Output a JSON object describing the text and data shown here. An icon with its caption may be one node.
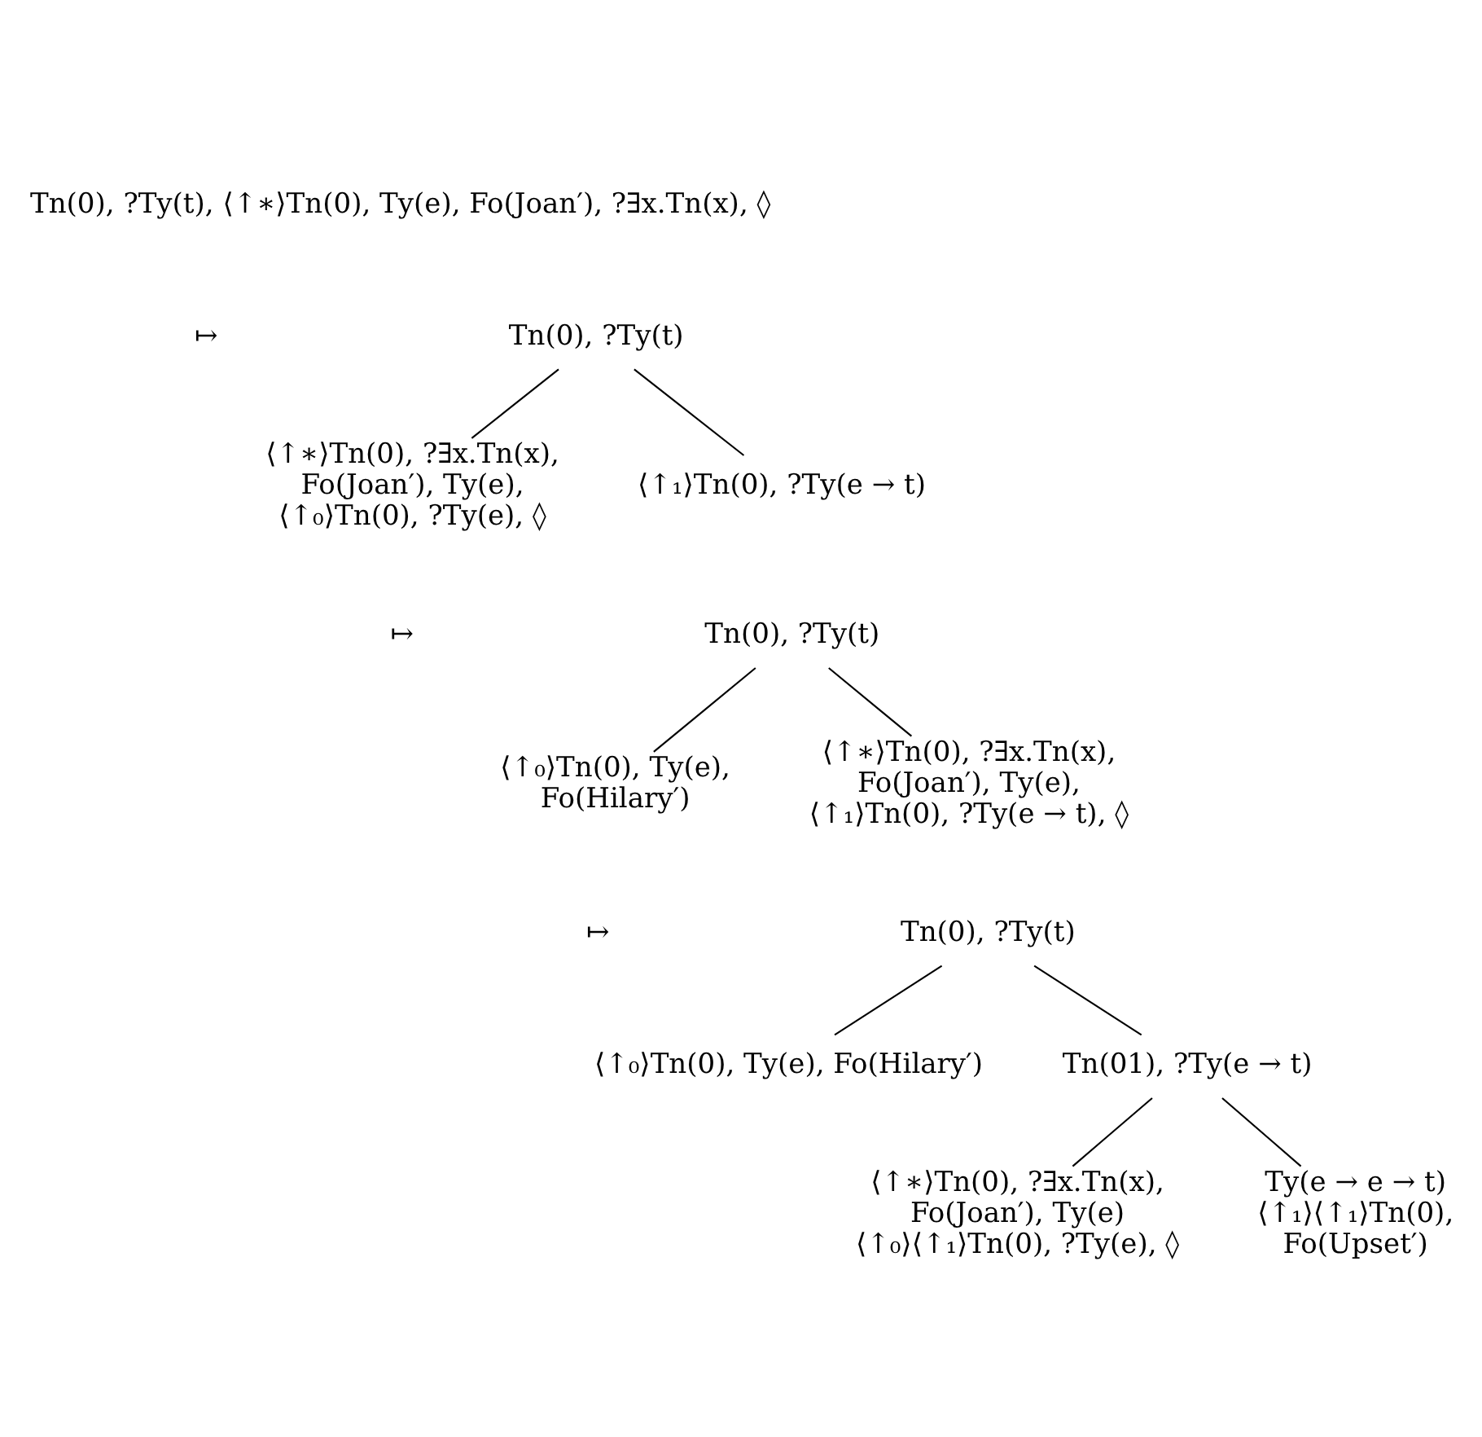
{
  "diagram": {
    "nodes": [
      {
        "text": [
          "Tn(0), ?Ty(t)"
        ]
      },
      {
        "text": [
          "⟨↑∗⟩Tn(0), ?∃x.Tn(x), Fo(Joan′), Ty(e), ⟨↑₀⟩Tn(0), ?Ty(e), ◊"
        ]
      },
      {
        "text": [
          "⟨↑₁⟩Tn(0), ?Ty(e → t)"
        ]
      },
      {
        "text": [
          "Tn(0), ?Ty(t)"
        ]
      },
      {
        "text": [
          "⟨↑₀⟩Tn(0), Ty(e), Fo(Hilary′)"
        ]
      },
      {
        "text": [
          "⟨↑∗⟩Tn(0), ?∃x.Tn(x), Fo(Joan′), Ty(e), ⟨↑₁⟩Tn(0), ?Ty(e → t), ◊"
        ]
      },
      {
        "text": [
          "Tn(0), ?Ty(t)"
        ]
      },
      {
        "text": [
          "⟨↑₀⟩Tn(0), Ty(e), Fo(Hilary′)"
        ]
      },
      {
        "text": [
          "Tn(01), ?Ty(e → t)"
        ]
      },
      {
        "text": [
          "⟨↑∗⟩Tn(0), ?∃x.Tn(x), Fo(Joan′), Ty(e) ⟨↑₀⟩⟨↑₁⟩Tn(0), ?Ty(e), ◊"
        ]
      },
      {
        "text": [
          "Ty(e → e → t) ⟨↑₁⟩⟨↑₁⟩Tn(0), Fo(Upset′)"
        ]
      }
    ],
    "edges": [
      {
        "from": 0,
        "to": 1,
        "arrow": "none"
      },
      {
        "from": 0,
        "to": 2,
        "arrow": "none"
      },
      {
        "from": 3,
        "to": 4,
        "arrow": "none"
      },
      {
        "from": 3,
        "to": 5,
        "arrow": "none"
      },
      {
        "from": 6,
        "to": 7,
        "arrow": "none"
      },
      {
        "from": 6,
        "to": 8,
        "arrow": "none"
      },
      {
        "from": 8,
        "to": 9,
        "arrow": "none"
      },
      {
        "from": 8,
        "to": 10,
        "arrow": "none"
      }
    ],
    "labels": [
      "Tn(0), ?Ty(t), ⟨↑∗⟩Tn(0), Ty(e), Fo(Joan′), ?∃x.Tn(x), ◊",
      "↦",
      "↦",
      "↦"
    ]
  }
}
